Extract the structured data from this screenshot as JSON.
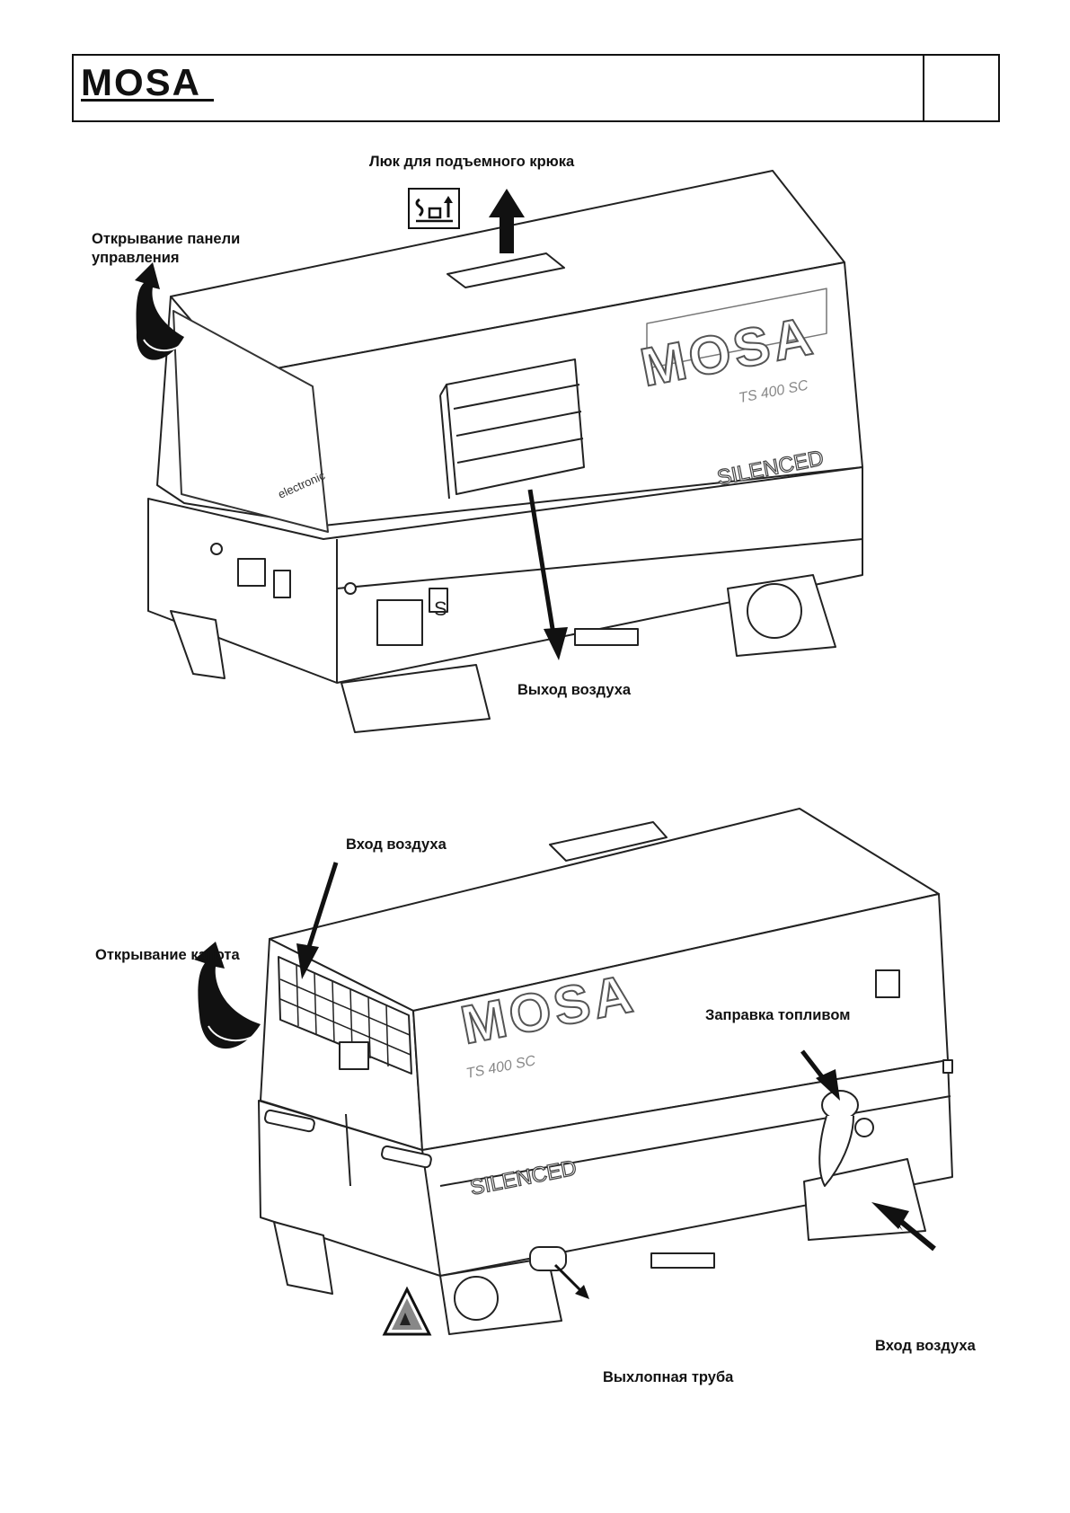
{
  "header": {
    "logo_text": "MOSA"
  },
  "figure_top": {
    "labels": {
      "hook_hatch": "Люк для подъемного крюка",
      "panel_open_line1": "Открывание панели",
      "panel_open_line2": "управления",
      "air_outlet": "Выход воздуха"
    },
    "machine": {
      "brand": "MOSA",
      "model": "TS 400 SC",
      "silenced": "SILENCED",
      "panel_text": "electronic",
      "badge": "S"
    }
  },
  "figure_bottom": {
    "labels": {
      "air_inlet_top": "Вход воздуха",
      "hood_open": "Открывание капота",
      "refuel": "Заправка топливом",
      "air_inlet_bottom": "Вход воздуха",
      "exhaust": "Выхлопная труба"
    },
    "machine": {
      "brand": "MOSA",
      "model": "TS 400 SC",
      "silenced": "SILENCED"
    }
  },
  "icons": [
    "lift-hook-icon",
    "curved-arrow-icon",
    "warning-hot-surface-icon"
  ]
}
